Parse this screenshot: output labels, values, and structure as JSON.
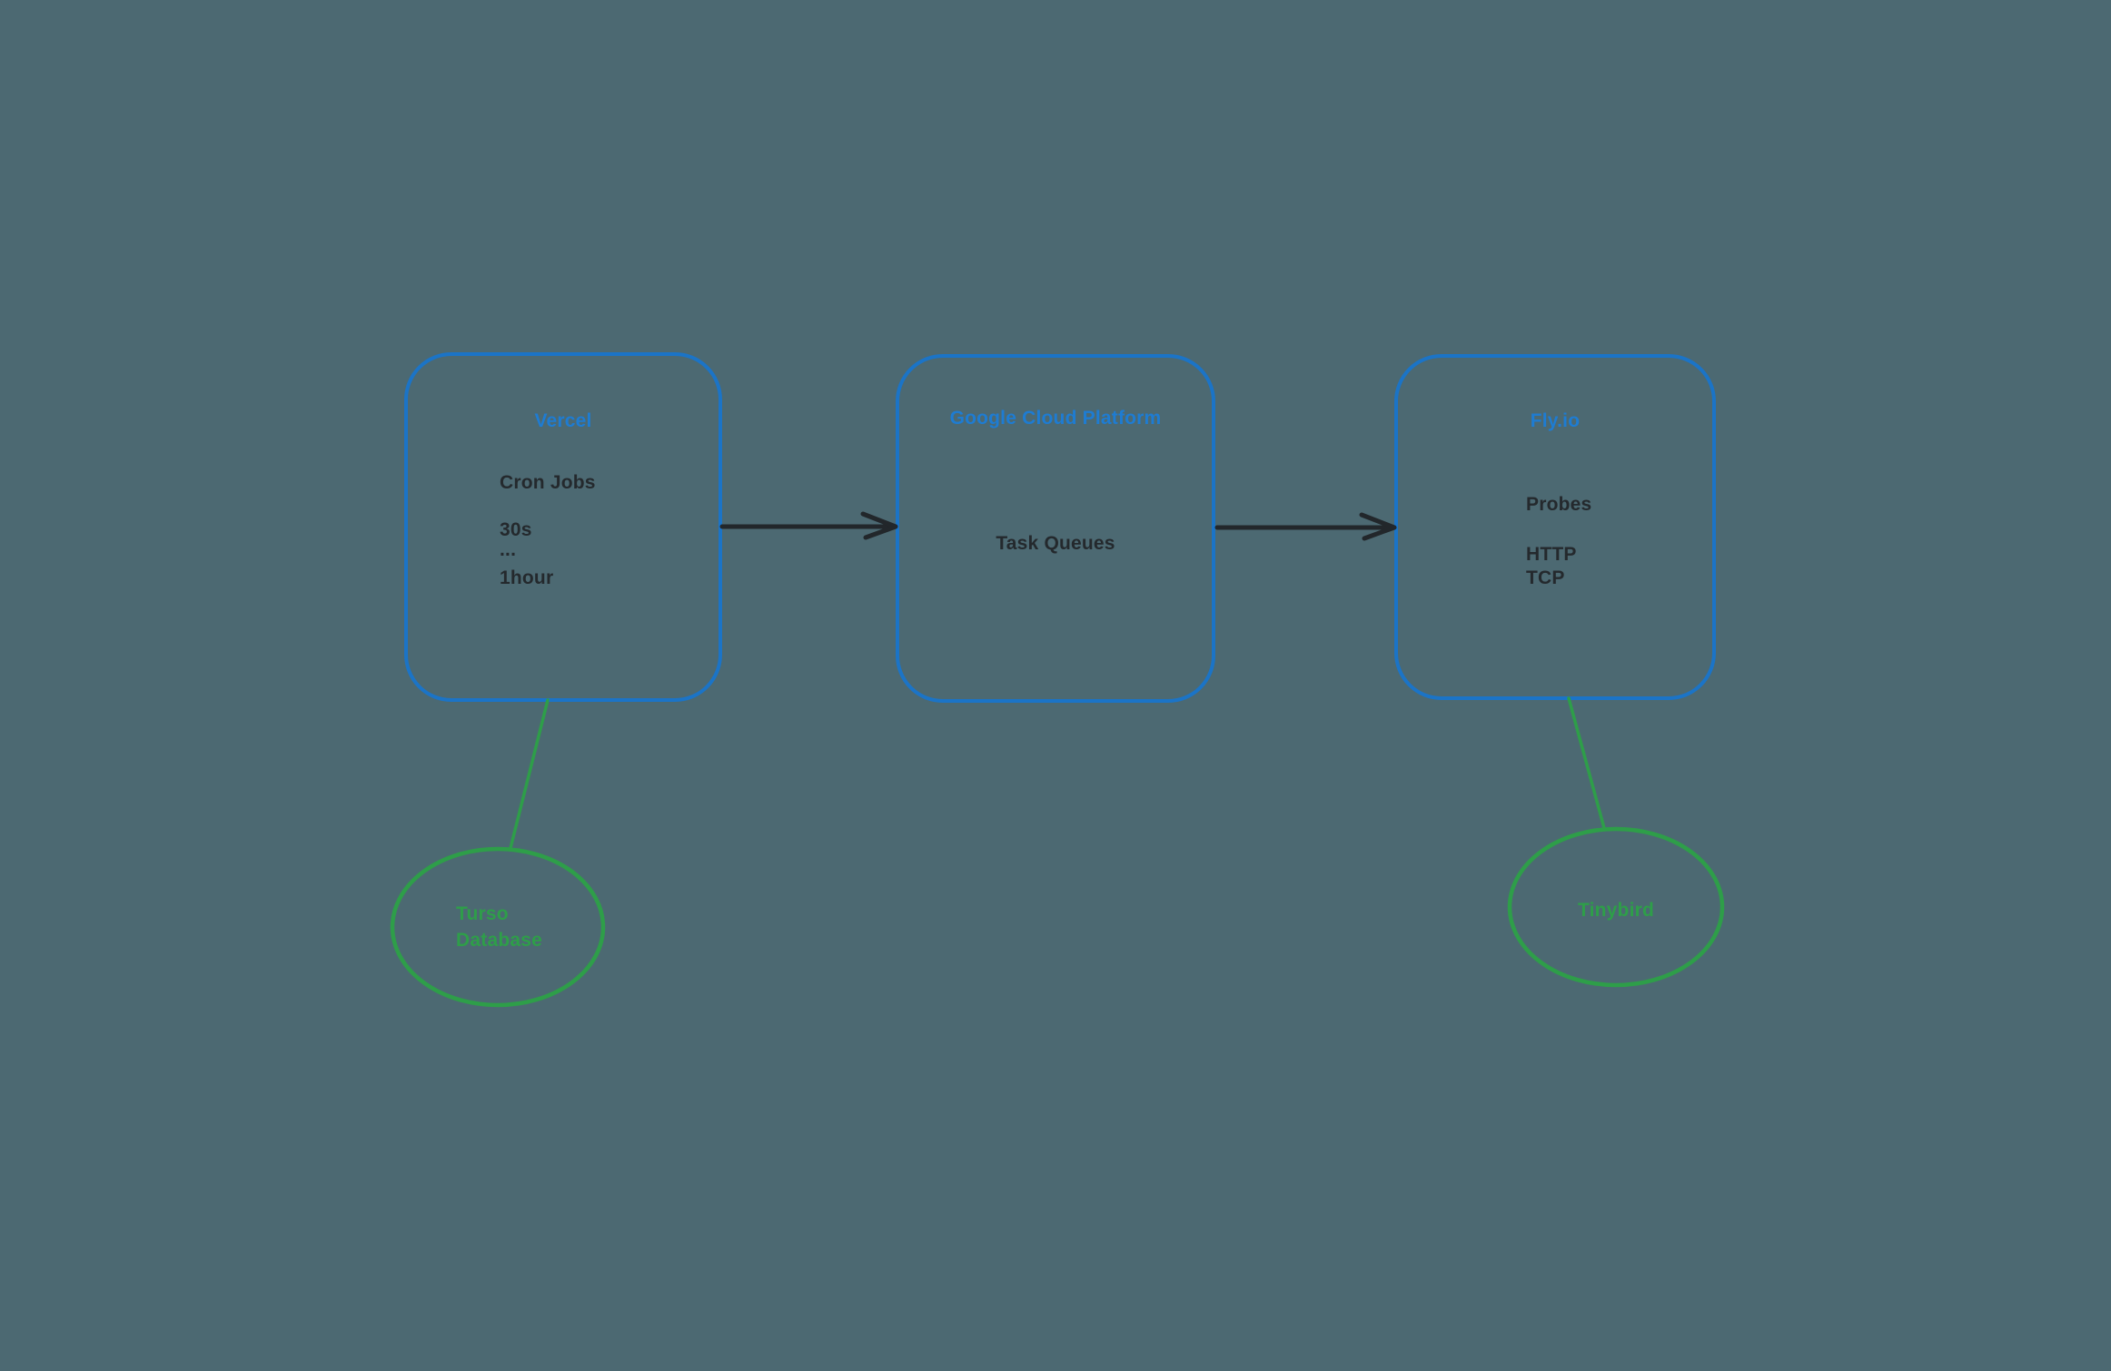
{
  "colors": {
    "background": "#4C6972",
    "box_stroke": "#1B74C7",
    "title_blue": "#1E7CD2",
    "body_text": "#24292D",
    "green": "#2E9E49",
    "arrow": "#22272B"
  },
  "diagram": {
    "nodes": [
      {
        "id": "vercel",
        "title": "Vercel",
        "lines": [
          "Cron Jobs",
          "30s",
          "...",
          "1hour"
        ]
      },
      {
        "id": "gcp",
        "title": "Google Cloud Platform",
        "lines": [
          "Task Queues"
        ]
      },
      {
        "id": "flyio",
        "title": "Fly.io",
        "lines": [
          "Probes",
          "HTTP",
          "TCP"
        ]
      }
    ],
    "ellipses": [
      {
        "id": "turso",
        "label": "Turso Database",
        "label_lines": [
          "Turso",
          "Database"
        ]
      },
      {
        "id": "tinybird",
        "label": "Tinybird",
        "label_lines": [
          "Tinybird"
        ]
      }
    ],
    "edges": [
      {
        "from": "vercel",
        "to": "gcp",
        "type": "arrow"
      },
      {
        "from": "gcp",
        "to": "flyio",
        "type": "arrow"
      },
      {
        "from": "vercel",
        "to": "turso",
        "type": "line"
      },
      {
        "from": "flyio",
        "to": "tinybird",
        "type": "line"
      }
    ]
  }
}
